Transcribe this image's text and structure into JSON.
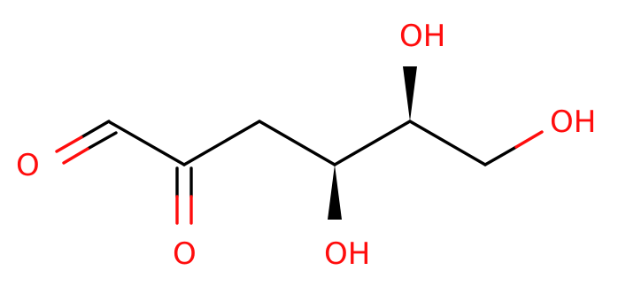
{
  "molecule": {
    "atoms": {
      "aldehyde_o": "O",
      "ketone_o": "O",
      "oh_top": "OH",
      "oh_right": "OH",
      "oh_bottom": "OH"
    }
  },
  "colors": {
    "bond": "#000000",
    "heteroatom_oxygen": "#ff0d0d",
    "background": "#ffffff"
  }
}
